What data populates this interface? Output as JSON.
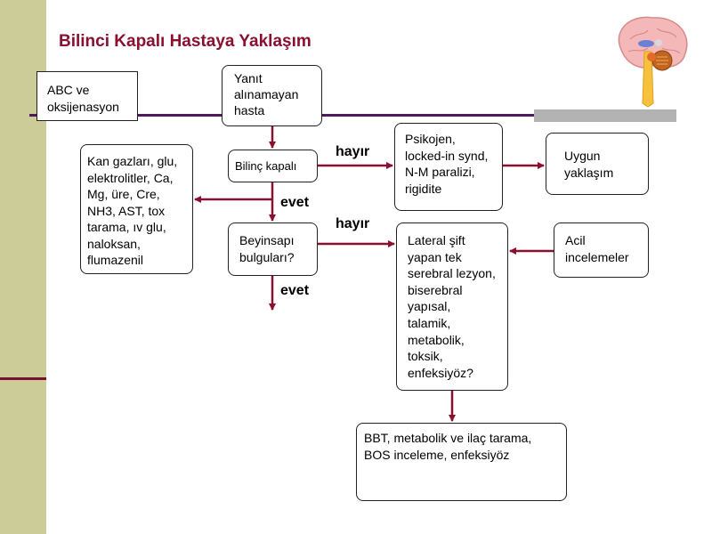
{
  "slide": {
    "title": "Bilinci Kapalı Hastaya Yaklaşım",
    "colors": {
      "title": "#8a1030",
      "arrow": "#8a1030",
      "sidebar": "#cccc99",
      "divider": "#4d1a5e"
    }
  },
  "diagram": {
    "nodes": {
      "abc": "ABC ve\noksijenasyon",
      "yanit": "Yanıt\nalınamayan\nhasta",
      "bilinc": "Bilinç kapalı",
      "kan": "Kan gazları, glu,\nelektrolitler, Ca,\nMg, üre, Cre,\nNH3, AST, tox\ntarama, ıv glu,\nnaloksan,\nflumazenil",
      "psikojen": "Psikojen,\nlocked-in synd,\nN-M paralizi,\nrigidite",
      "uygun": "Uygun\nyaklaşım",
      "beyinsapi": "Beyinsapı\nbulguları?",
      "lateral": "Lateral şift\nyapan tek\nserebral lezyon,\nbiserebral\nyapısal,\ntalamik,\nmetabolik,\ntoksik,\nenfeksiyöz?",
      "acil": "Acil\nincelemeler",
      "bbt": "BBT, metabolik ve ilaç tarama,\nBOS inceleme, enfeksiyöz"
    },
    "edge_labels": {
      "hayir_1": "hayır",
      "evet_1": "evet",
      "hayir_2": "hayır",
      "evet_2": "evet"
    }
  },
  "icons": {
    "brain": "brain-icon"
  }
}
